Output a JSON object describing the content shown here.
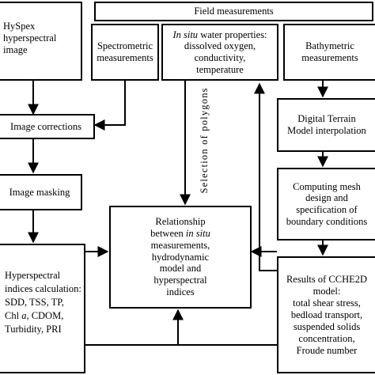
{
  "boxes": {
    "field_measurements": "Field measurements",
    "hyspex": [
      "HySpex",
      "hyperspectral",
      "image"
    ],
    "spectrometric": [
      "Spectrometric",
      "measurements"
    ],
    "in_situ": {
      "line1_italic": "In situ",
      "line1_rest": " water properties:",
      "line2": "dissolved oxygen,",
      "line3": "conductivity,",
      "line4": "temperature"
    },
    "bathymetric": [
      "Bathymetric",
      "measurements"
    ],
    "image_corrections": "Image corrections",
    "dtm": [
      "Digital Terrain",
      "Model interpolation"
    ],
    "image_masking": "Image masking",
    "computing_mesh": [
      "Computing mesh",
      "design and",
      "specification of",
      "boundary conditions"
    ],
    "relationship": {
      "line1": "Relationship",
      "line2_pre": "between ",
      "line2_italic": "in situ",
      "line3": "measurements,",
      "line4": "hydrodynamic",
      "line5": "model and",
      "line6": "hyperspectral",
      "line7": "indices"
    },
    "hyperspectral_indices": {
      "line1": "Hyperspectral",
      "line2": "indices calculation:",
      "line3": "SDD,  TSS,  TP,",
      "line4_pre": "Chl ",
      "line4_italic": "a",
      "line4_post": ",  CDOM,",
      "line5": "Turbidity,  PRI"
    },
    "cche2d": [
      "Results of CCHE2D",
      "model:",
      "total shear stress,",
      "bedload transport,",
      "suspended solids",
      "concentration,",
      "Froude number"
    ]
  },
  "vertical_label": "Selection of polygons"
}
